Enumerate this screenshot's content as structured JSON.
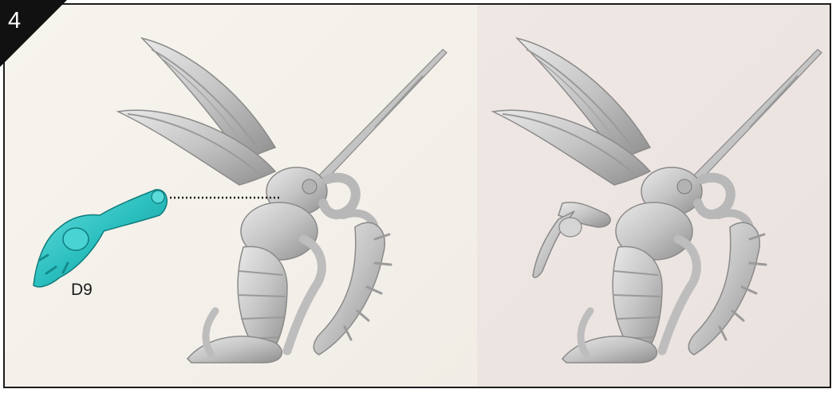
{
  "step": {
    "number": "4"
  },
  "part": {
    "label": "D9",
    "color": "#2bbfbf"
  },
  "colors": {
    "frame_border": "#1c1c1c",
    "left_background": "#f4f0ea",
    "right_background": "#ede5e1",
    "model_grey": "#c9c9c9"
  },
  "icons": {
    "left_panel": "wasp-model-disassembled",
    "right_panel": "wasp-model-assembled"
  }
}
